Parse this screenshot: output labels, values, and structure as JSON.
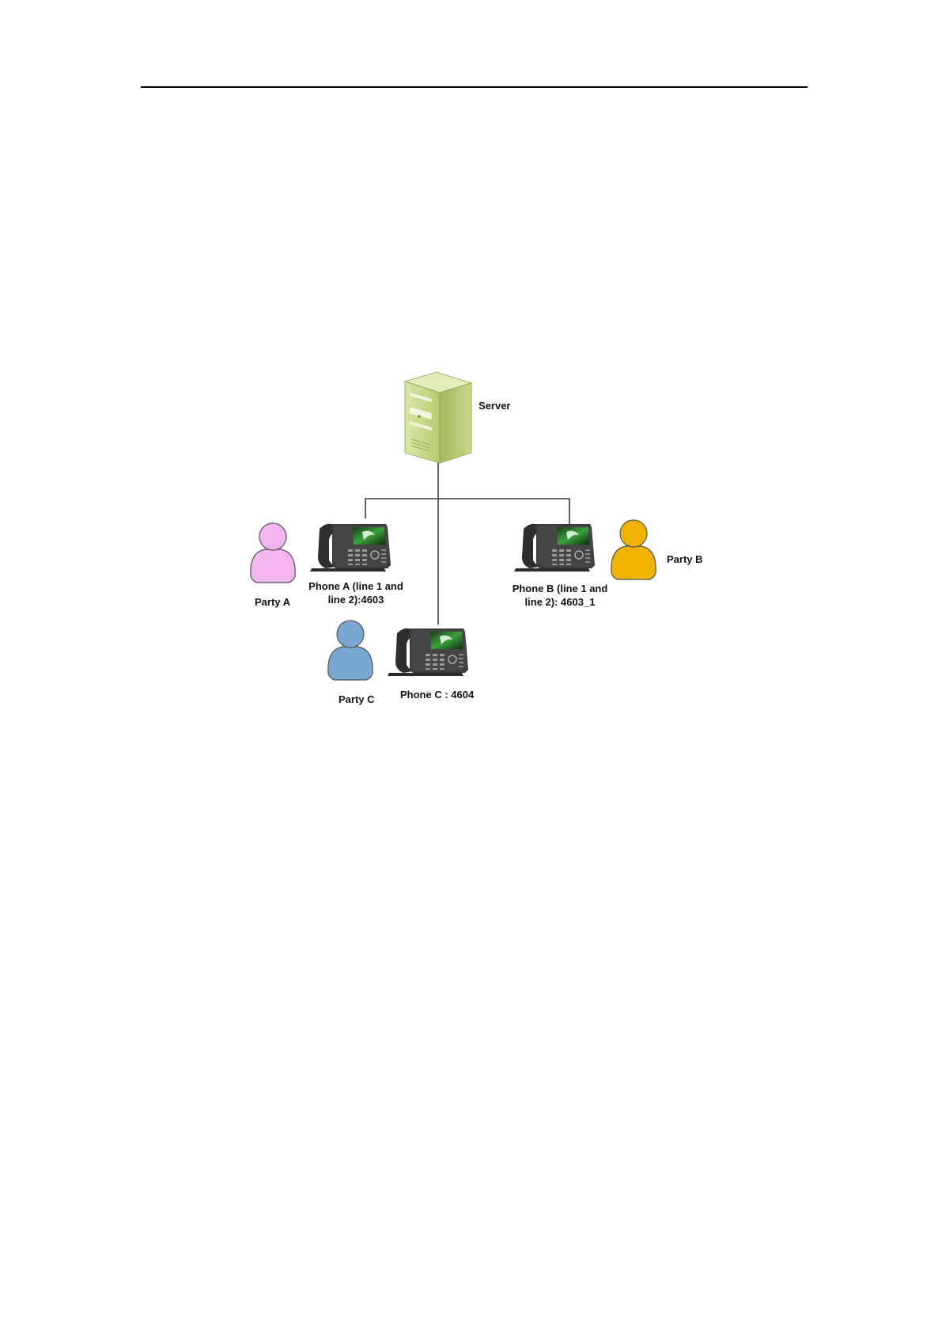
{
  "diagram": {
    "server_label": "Server",
    "party_a_label": "Party A",
    "party_b_label": "Party B",
    "party_c_label": "Party C",
    "phone_a_label_line1": "Phone A (line 1 and",
    "phone_a_label_line2": "line 2):4603",
    "phone_b_label_line1": "Phone B (line 1 and",
    "phone_b_label_line2": "line 2): 4603_1",
    "phone_c_label": "Phone C : 4604"
  },
  "colors": {
    "party_a": "#f3b5ef",
    "party_b": "#f0b400",
    "party_c": "#7aa6d2",
    "server": "#c8d98a",
    "connector": "#3a3a3a"
  }
}
